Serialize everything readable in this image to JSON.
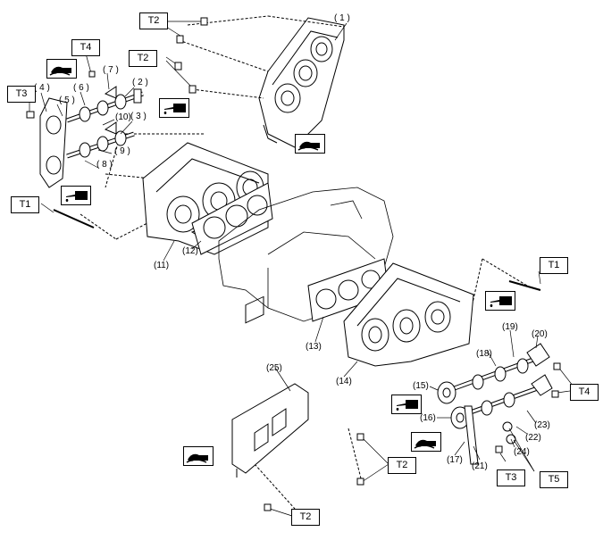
{
  "torque": {
    "t1": "T1",
    "t2": "T2",
    "t3": "T3",
    "t4": "T4",
    "t5": "T5"
  },
  "parts": [
    "( 1 )",
    "( 2 )",
    "( 3 )",
    "( 4 )",
    "( 5 )",
    "( 6 )",
    "( 7 )",
    "( 8 )",
    "( 9 )",
    "(10)",
    "(11)",
    "(12)",
    "(13)",
    "(14)",
    "(15)",
    "(16)",
    "(17)",
    "(18)",
    "(19)",
    "(20)",
    "(21)",
    "(22)",
    "(23)",
    "(24)",
    "(25)"
  ],
  "icons": {
    "oil": "oil-can-icon",
    "sealant": "sealant-tube-icon"
  }
}
